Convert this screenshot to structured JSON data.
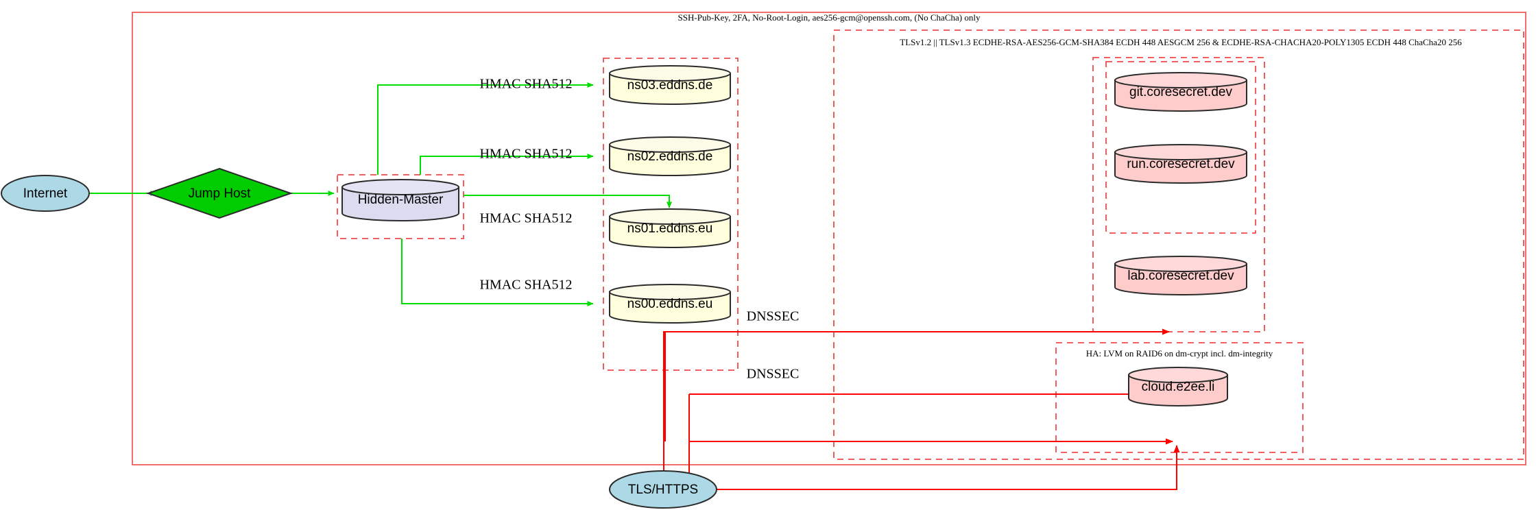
{
  "diagram": {
    "title": "DNS and Services Infrastructure Topology",
    "colors": {
      "cluster_border": "#ef4a4a",
      "green_edge": "#00dd00",
      "red_edge": "#ff0000",
      "internet_fill": "#add8e6",
      "jumphost_fill": "#00cc00",
      "hiddenmaster_fill": "#dcdcf0",
      "dns_fill": "#ffffdd",
      "service_fill": "#ffcccc",
      "tls_fill": "#add8e6",
      "outline": "#2b2b2b"
    },
    "clusters": [
      {
        "id": "ssh",
        "label": "SSH-Pub-Key, 2FA, No-Root-Login, aes256-gcm@openssh.com, (No ChaCha) only",
        "style": "solid"
      },
      {
        "id": "tls",
        "label": "TLSv1.2 || TLSv1.3 ECDHE-RSA-AES256-GCM-SHA384 ECDH 448 AESGCM 256 & ECDHE-RSA-CHACHA20-POLY1305 ECDH 448 ChaCha20 256",
        "style": "dashed"
      },
      {
        "id": "ha",
        "label": "HA: LVM on RAID6 on dm-crypt incl. dm-integrity",
        "style": "dashed"
      },
      {
        "id": "hiddenmaster-box",
        "label": "",
        "style": "dashed"
      },
      {
        "id": "nameservers-box",
        "label": "",
        "style": "dashed"
      },
      {
        "id": "services-box",
        "label": "",
        "style": "dashed"
      },
      {
        "id": "services-inner-box",
        "label": "",
        "style": "dashed"
      }
    ],
    "nodes": {
      "internet": {
        "label": "Internet",
        "shape": "ellipse"
      },
      "jump_host": {
        "label": "Jump Host",
        "shape": "diamond"
      },
      "hidden_master": {
        "label": "Hidden-Master",
        "shape": "cylinder"
      },
      "ns03": {
        "label": "ns03.eddns.de",
        "shape": "cylinder"
      },
      "ns02": {
        "label": "ns02.eddns.de",
        "shape": "cylinder"
      },
      "ns01": {
        "label": "ns01.eddns.eu",
        "shape": "cylinder"
      },
      "ns00": {
        "label": "ns00.eddns.eu",
        "shape": "cylinder"
      },
      "git": {
        "label": "git.coresecret.dev",
        "shape": "cylinder"
      },
      "run": {
        "label": "run.coresecret.dev",
        "shape": "cylinder"
      },
      "lab": {
        "label": "lab.coresecret.dev",
        "shape": "cylinder"
      },
      "cloud": {
        "label": "cloud.e2ee.li",
        "shape": "cylinder"
      },
      "tls_https": {
        "label": "TLS/HTTPS",
        "shape": "ellipse"
      }
    },
    "edges": [
      {
        "from": "internet",
        "to": "jump_host",
        "label": "",
        "color": "green"
      },
      {
        "from": "jump_host",
        "to": "hidden_master",
        "label": "",
        "color": "green"
      },
      {
        "from": "hidden_master",
        "to": "ns03",
        "label": "HMAC SHA512",
        "color": "green"
      },
      {
        "from": "hidden_master",
        "to": "ns02",
        "label": "HMAC SHA512",
        "color": "green"
      },
      {
        "from": "hidden_master",
        "to": "ns01",
        "label": "HMAC SHA512",
        "color": "green"
      },
      {
        "from": "hidden_master",
        "to": "ns00",
        "label": "HMAC SHA512",
        "color": "green"
      },
      {
        "from": "tls_https",
        "to": "services",
        "label": "DNSSEC",
        "color": "red"
      },
      {
        "from": "tls_https",
        "to": "ha",
        "label": "DNSSEC",
        "color": "red"
      }
    ],
    "edge_labels": {
      "hmac": "HMAC SHA512",
      "dnssec": "DNSSEC"
    }
  }
}
